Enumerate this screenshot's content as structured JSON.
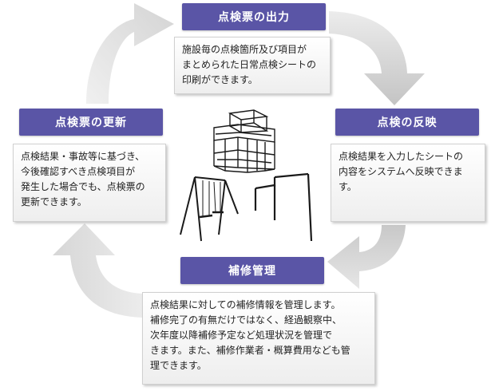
{
  "nodes": {
    "output": {
      "title": "点検票の出力",
      "description": "施設毎の点検箇所及び項目が\nまとめられた日常点検シートの\n印刷ができます。"
    },
    "reflect": {
      "title": "点検の反映",
      "description": "点検結果を入力したシートの\n内容をシステムへ反映できま\nす。"
    },
    "repair": {
      "title": "補修管理",
      "description": "点検結果に対しての補修情報を管理します。\n補修完了の有無だけではなく、経過観察中、\n次年度以降補修予定など処理状況を管理で\nきます。また、補修作業者・概算費用なども管\n理できます。"
    },
    "update": {
      "title": "点検票の更新",
      "description": "点検結果・事故等に基づき、\n今後確認すべき点検項目が\n発生した場合でも、点検票の\n更新できます。"
    }
  },
  "colors": {
    "title_bg": "#5a55a6",
    "arrow": "#c8c8c8"
  }
}
